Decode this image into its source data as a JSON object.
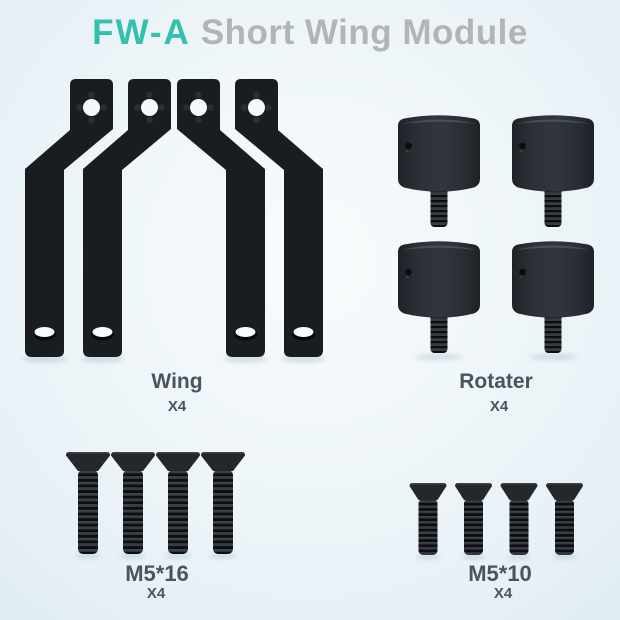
{
  "title": {
    "model": "FW-A",
    "product": "Short Wing Module"
  },
  "colors": {
    "accent_teal": "#35bfae",
    "title_gray": "#b2b4b6",
    "label_text": "#4a545f",
    "part_dark": "#191d22",
    "background_center": "#f7fbfc",
    "background_edge": "#e0ebf2"
  },
  "parts": [
    {
      "id": "wing",
      "label": "Wing",
      "quantity": "X4"
    },
    {
      "id": "rotater",
      "label": "Rotater",
      "quantity": "X4"
    },
    {
      "id": "m5x16",
      "label": "M5*16",
      "quantity": "X4"
    },
    {
      "id": "m5x10",
      "label": "M5*10",
      "quantity": "X4"
    }
  ]
}
